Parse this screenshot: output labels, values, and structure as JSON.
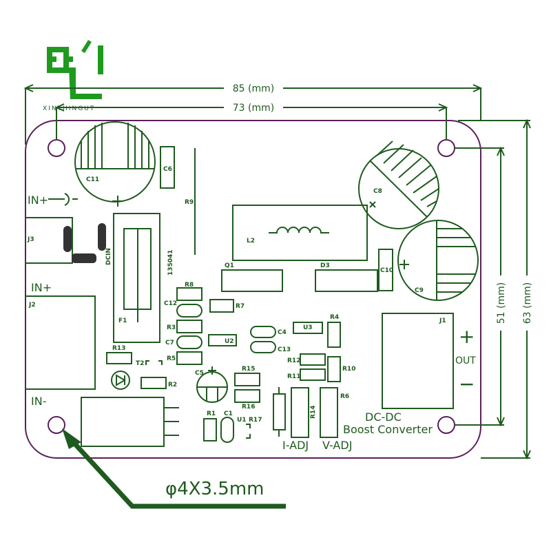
{
  "logo": {
    "brand": "XINTHINGUT"
  },
  "dimensions": {
    "width_total": "85 (mm)",
    "hole_spacing_x": "73 (mm)",
    "hole_spacing_y": "51 (mm)",
    "height_total": "63 (mm)"
  },
  "labels": {
    "in_plus_top": "IN+",
    "in_plus": "IN+",
    "in_minus": "IN-",
    "out": "OUT",
    "out_plus": "+",
    "out_minus": "−",
    "title_line1": "DC-DC",
    "title_line2": "Boost Converter",
    "i_adj": "I-ADJ",
    "v_adj": "V-ADJ",
    "hole_spec": "φ4X3.5mm",
    "part_code": "135041",
    "dcin": "DCIN"
  },
  "components": [
    "C11",
    "C6",
    "R9",
    "L2",
    "C8",
    "C9",
    "C10",
    "Q1",
    "D3",
    "J3",
    "J2",
    "F1",
    "R8",
    "C12",
    "R7",
    "R3",
    "C7",
    "U2",
    "R5",
    "R13",
    "T2",
    "R2",
    "C5",
    "R15",
    "R16",
    "R1",
    "C1",
    "U1",
    "R17",
    "C4",
    "C13",
    "U3",
    "R4",
    "R12",
    "R10",
    "R11",
    "R14",
    "R6",
    "J1"
  ],
  "colors": {
    "silkscreen": "#1f5a1f",
    "board_outline": "#5a1e5a",
    "logo": "#1f9a1f"
  }
}
